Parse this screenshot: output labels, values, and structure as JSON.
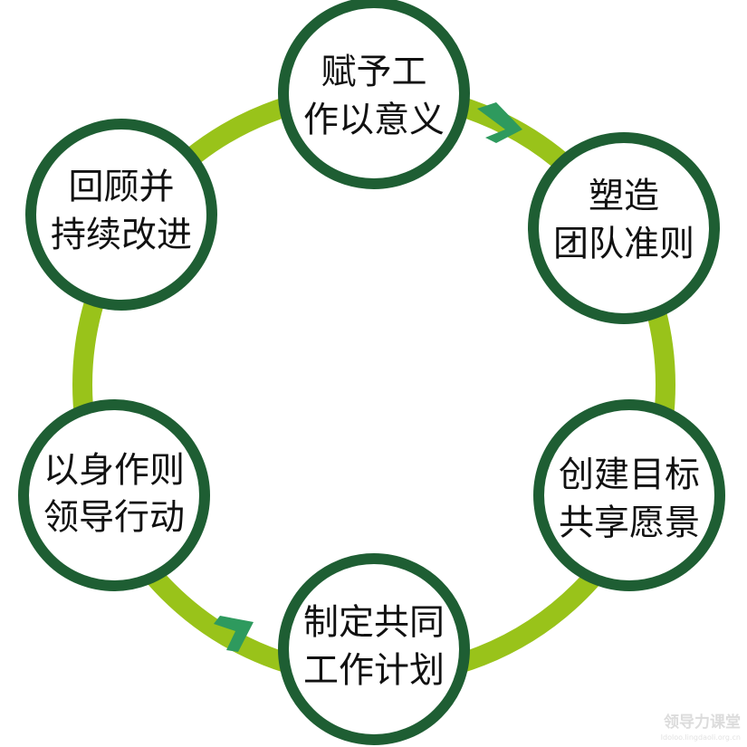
{
  "colors": {
    "ring": "#99C31A",
    "node_border": "#1E5E33",
    "node_fill": "#FFFFFF",
    "arrow": "#2E9A5E",
    "text": "#111111"
  },
  "nodes": [
    {
      "id": "meaning",
      "lines": [
        "赋予工",
        "作以意义"
      ]
    },
    {
      "id": "norms",
      "lines": [
        "塑造",
        "团队准则"
      ]
    },
    {
      "id": "vision",
      "lines": [
        "创建目标",
        "共享愿景"
      ]
    },
    {
      "id": "plan",
      "lines": [
        "制定共同",
        "工作计划"
      ]
    },
    {
      "id": "lead",
      "lines": [
        "以身作则",
        "领导行动"
      ]
    },
    {
      "id": "improve",
      "lines": [
        "回顾并",
        "持续改进"
      ]
    }
  ],
  "icons": {
    "arrow_1": "chevron-arrow-icon",
    "arrow_2": "chevron-arrow-icon"
  },
  "watermark": {
    "brand": "领导力课堂",
    "url": "Idoloo.lingdaoli.org.cn"
  }
}
